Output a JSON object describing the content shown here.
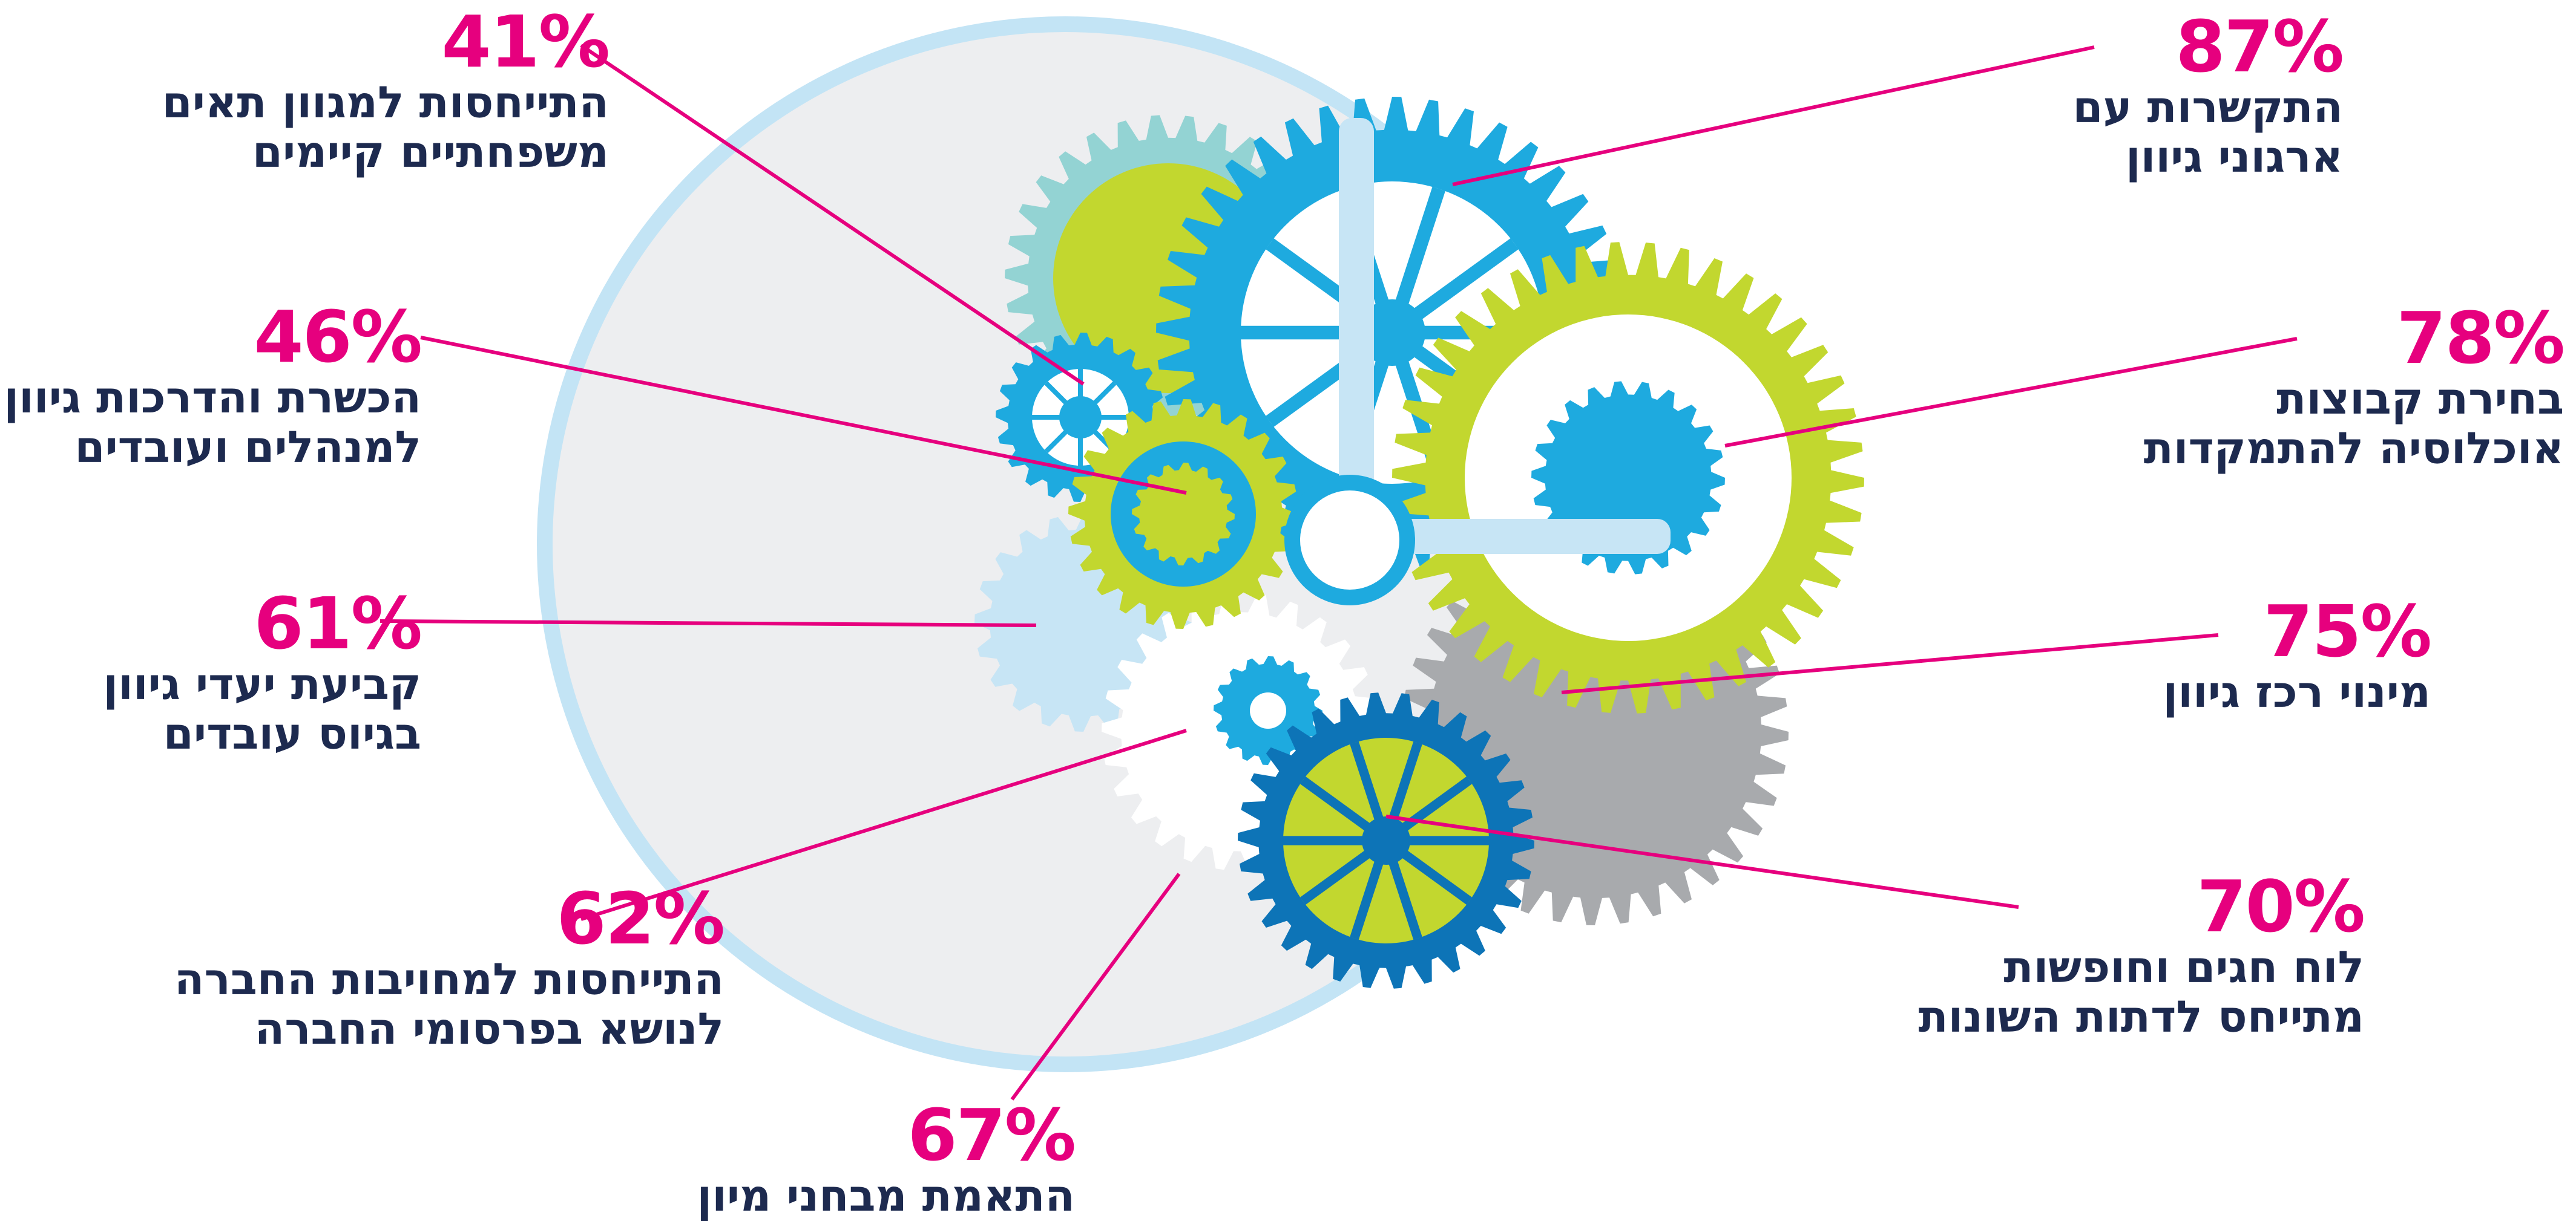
{
  "colors": {
    "accent": "#e6007e",
    "text": "#1d2a4f",
    "ring": "#c3e4f5",
    "disc": "#edeef0",
    "blue": "#1eaadf",
    "dark_blue": "#0d74b7",
    "lime": "#c2d72f",
    "teal_light": "#93d3d3",
    "pale_blue": "#c7e5f5",
    "grey": "#a8aaad"
  },
  "icons": [
    "gears-clock-illustration"
  ],
  "items": [
    {
      "pct": "87%",
      "line1": "התקשרות עם",
      "line2": "ארגוני גיוון"
    },
    {
      "pct": "78%",
      "line1": "בחירת קבוצות",
      "line2": "אוכלוסיה להתמקדות"
    },
    {
      "pct": "75%",
      "line1": "מינוי רכז גיוון",
      "line2": ""
    },
    {
      "pct": "70%",
      "line1": "לוח חגים וחופשות",
      "line2": "מתייחס לדתות השונות"
    },
    {
      "pct": "67%",
      "line1": "התאמת מבחני מיון",
      "line2": ""
    },
    {
      "pct": "62%",
      "line1": "התייחסות למחויבות החברה",
      "line2": "לנושא בפרסומי החברה"
    },
    {
      "pct": "61%",
      "line1": "קביעת יעדי גיוון",
      "line2": "בגיוס עובדים"
    },
    {
      "pct": "46%",
      "line1": "הכשרת והדרכות גיוון",
      "line2": "למנהלים ועובדים"
    },
    {
      "pct": "41%",
      "line1": "התייחסות למגוון תאים",
      "line2": "משפחתיים קיימים"
    }
  ]
}
